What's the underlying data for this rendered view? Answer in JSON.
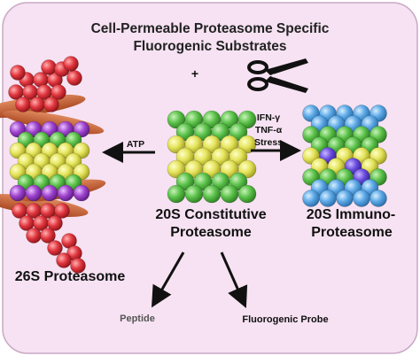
{
  "title_lines": [
    "Cell-Permeable Proteasome Specific",
    "Fluorogenic Substrates"
  ],
  "plus_sign": "+",
  "icons": {
    "scissors": "scissors-icon"
  },
  "labels": {
    "atp": "ATP",
    "cytokines": [
      "IFN-γ",
      "TNF-α",
      "Stress"
    ],
    "constitutive": [
      "20S Constitutive",
      "Proteasome"
    ],
    "immuno": [
      "20S Immuno-",
      "Proteasome"
    ],
    "proteasome_26s": "26S Proteasome",
    "peptide": "Peptide",
    "probe": "Fluorogenic Probe"
  },
  "colors": {
    "background": "#F6E2F2",
    "green": "#5BC24A",
    "yellow": "#E4E35A",
    "red": "#E2373F",
    "purple": "#A144D0",
    "blue": "#5BA8E6",
    "rust": "#C8603A"
  }
}
